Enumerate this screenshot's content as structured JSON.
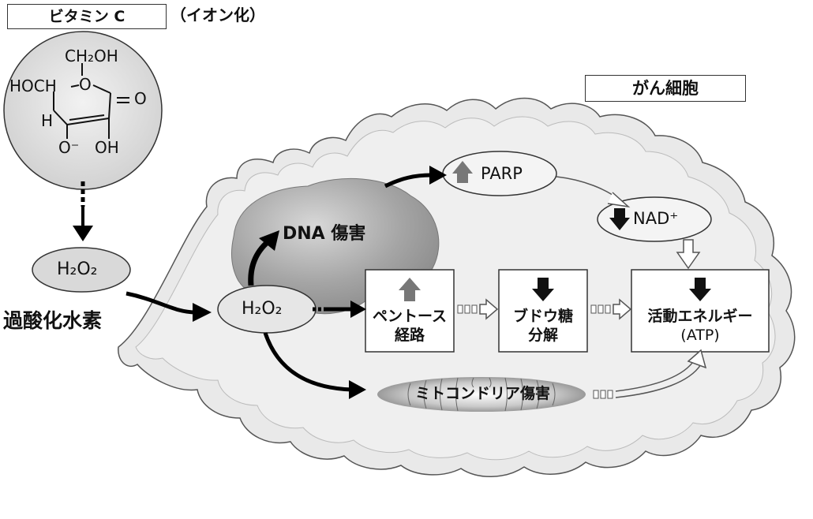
{
  "vitamin_c": {
    "title": "ビタミン C",
    "ion_note": "（イオン化）",
    "structure": {
      "ch2oh": "CH₂OH",
      "hoch": "HOCH",
      "ring_o": "O",
      "carbonyl_o": "O",
      "h": "H",
      "o_minus": "O⁻",
      "oh": "OH"
    }
  },
  "peroxide": {
    "formula_outside": "H₂O₂",
    "formula_inside": "H₂O₂",
    "label": "過酸化水素"
  },
  "cell": {
    "title": "がん細胞",
    "dna_damage": "DNA 傷害",
    "parp": "PARP",
    "nad": "NAD⁺",
    "pentose_line1": "ペントース",
    "pentose_line2": "経路",
    "glycolysis_line1": "ブドウ糖",
    "glycolysis_line2": "分解",
    "energy_line1": "活動エネルギー",
    "energy_line2": "(ATP)",
    "mito_damage": "ミトコンドリア傷害"
  },
  "indicators": {
    "parp": "up",
    "nad": "down",
    "pentose": "up",
    "glycolysis": "down",
    "energy": "down"
  },
  "colors": {
    "cell_fill": "#ececec",
    "dna_fill": "#9a9a9a",
    "up_arrow": "#777777",
    "down_arrow": "#111111"
  }
}
